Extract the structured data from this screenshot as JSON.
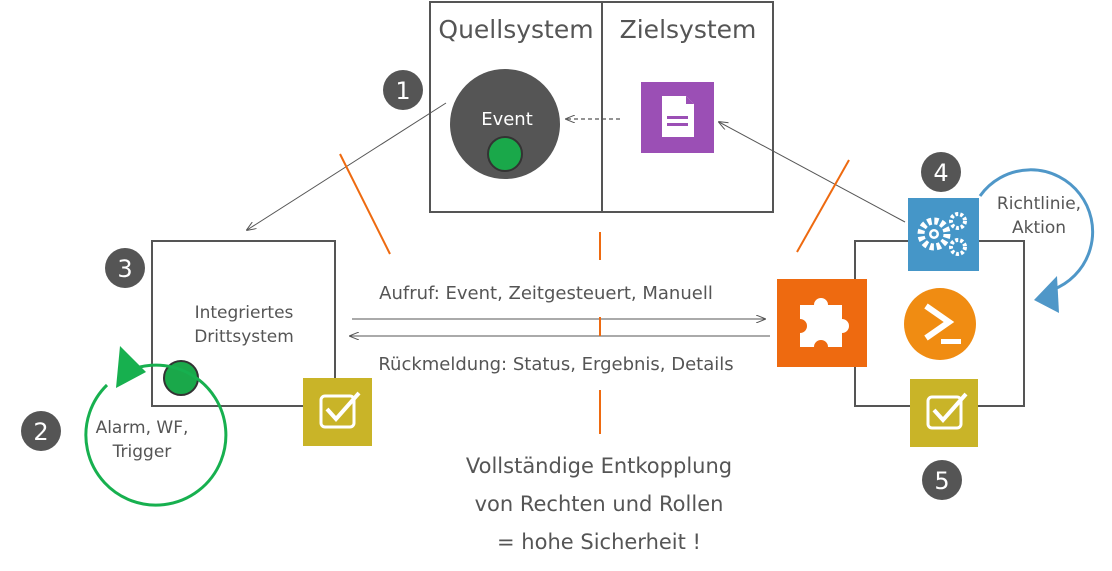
{
  "source_system": {
    "title": "Quellsystem",
    "event_label": "Event"
  },
  "target_system": {
    "title": "Zielsystem"
  },
  "third_party": {
    "label_line1": "Integriertes",
    "label_line2": "Drittsystem"
  },
  "trigger_loop": {
    "line1": "Alarm, WF,",
    "line2": "Trigger"
  },
  "policy_loop": {
    "line1": "Richtlinie,",
    "line2": "Aktion"
  },
  "arrows": {
    "call": "Aufruf: Event, Zeitgesteuert, Manuell",
    "feedback": "Rückmeldung: Status, Ergebnis, Details"
  },
  "decoupling": {
    "line1": "Vollständige Entkopplung",
    "line2": "von Rechten und Rollen",
    "line3": "= hohe Sicherheit !"
  },
  "steps": [
    "1",
    "2",
    "3",
    "4",
    "5"
  ],
  "colors": {
    "dark": "#555555",
    "green_dot": "#1aa84a",
    "green_loop": "#17b04f",
    "blue_loop": "#4f97c8",
    "orange": "#ee6a10",
    "purple": "#9b4fb5",
    "gear_blue": "#4596c8",
    "check_olive": "#c9b428",
    "powershell_orange": "#f08c12"
  },
  "icons": [
    "document-icon",
    "gears-icon",
    "puzzle-icon",
    "powershell-icon",
    "checkbox-icon"
  ]
}
